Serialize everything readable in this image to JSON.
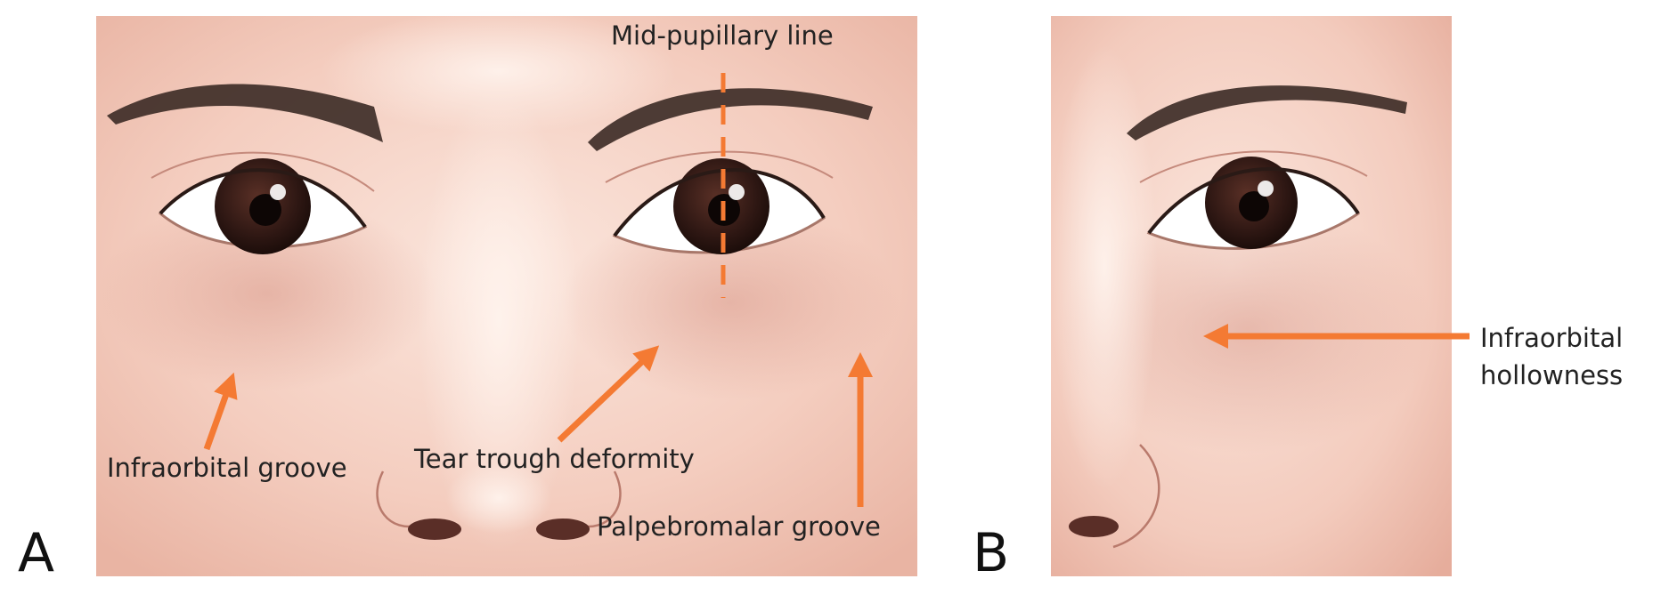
{
  "panels": [
    {
      "letter": "A"
    },
    {
      "letter": "B"
    }
  ],
  "labels": {
    "mid_pupillary_line": "Mid-pupillary line",
    "infraorbital_groove": "Infraorbital groove",
    "tear_trough_deformity": "Tear trough deformity",
    "palpebromalar_groove": "Palpebromalar groove",
    "infraorbital_hollowness_line1": "Infraorbital",
    "infraorbital_hollowness_line2": "hollowness"
  },
  "colors": {
    "arrow": "#f47a33",
    "skin": "#f6d3c6",
    "skin_shadow": "#e8b2a2",
    "iris": "#3a1f1a",
    "brow": "#3b2a25"
  }
}
